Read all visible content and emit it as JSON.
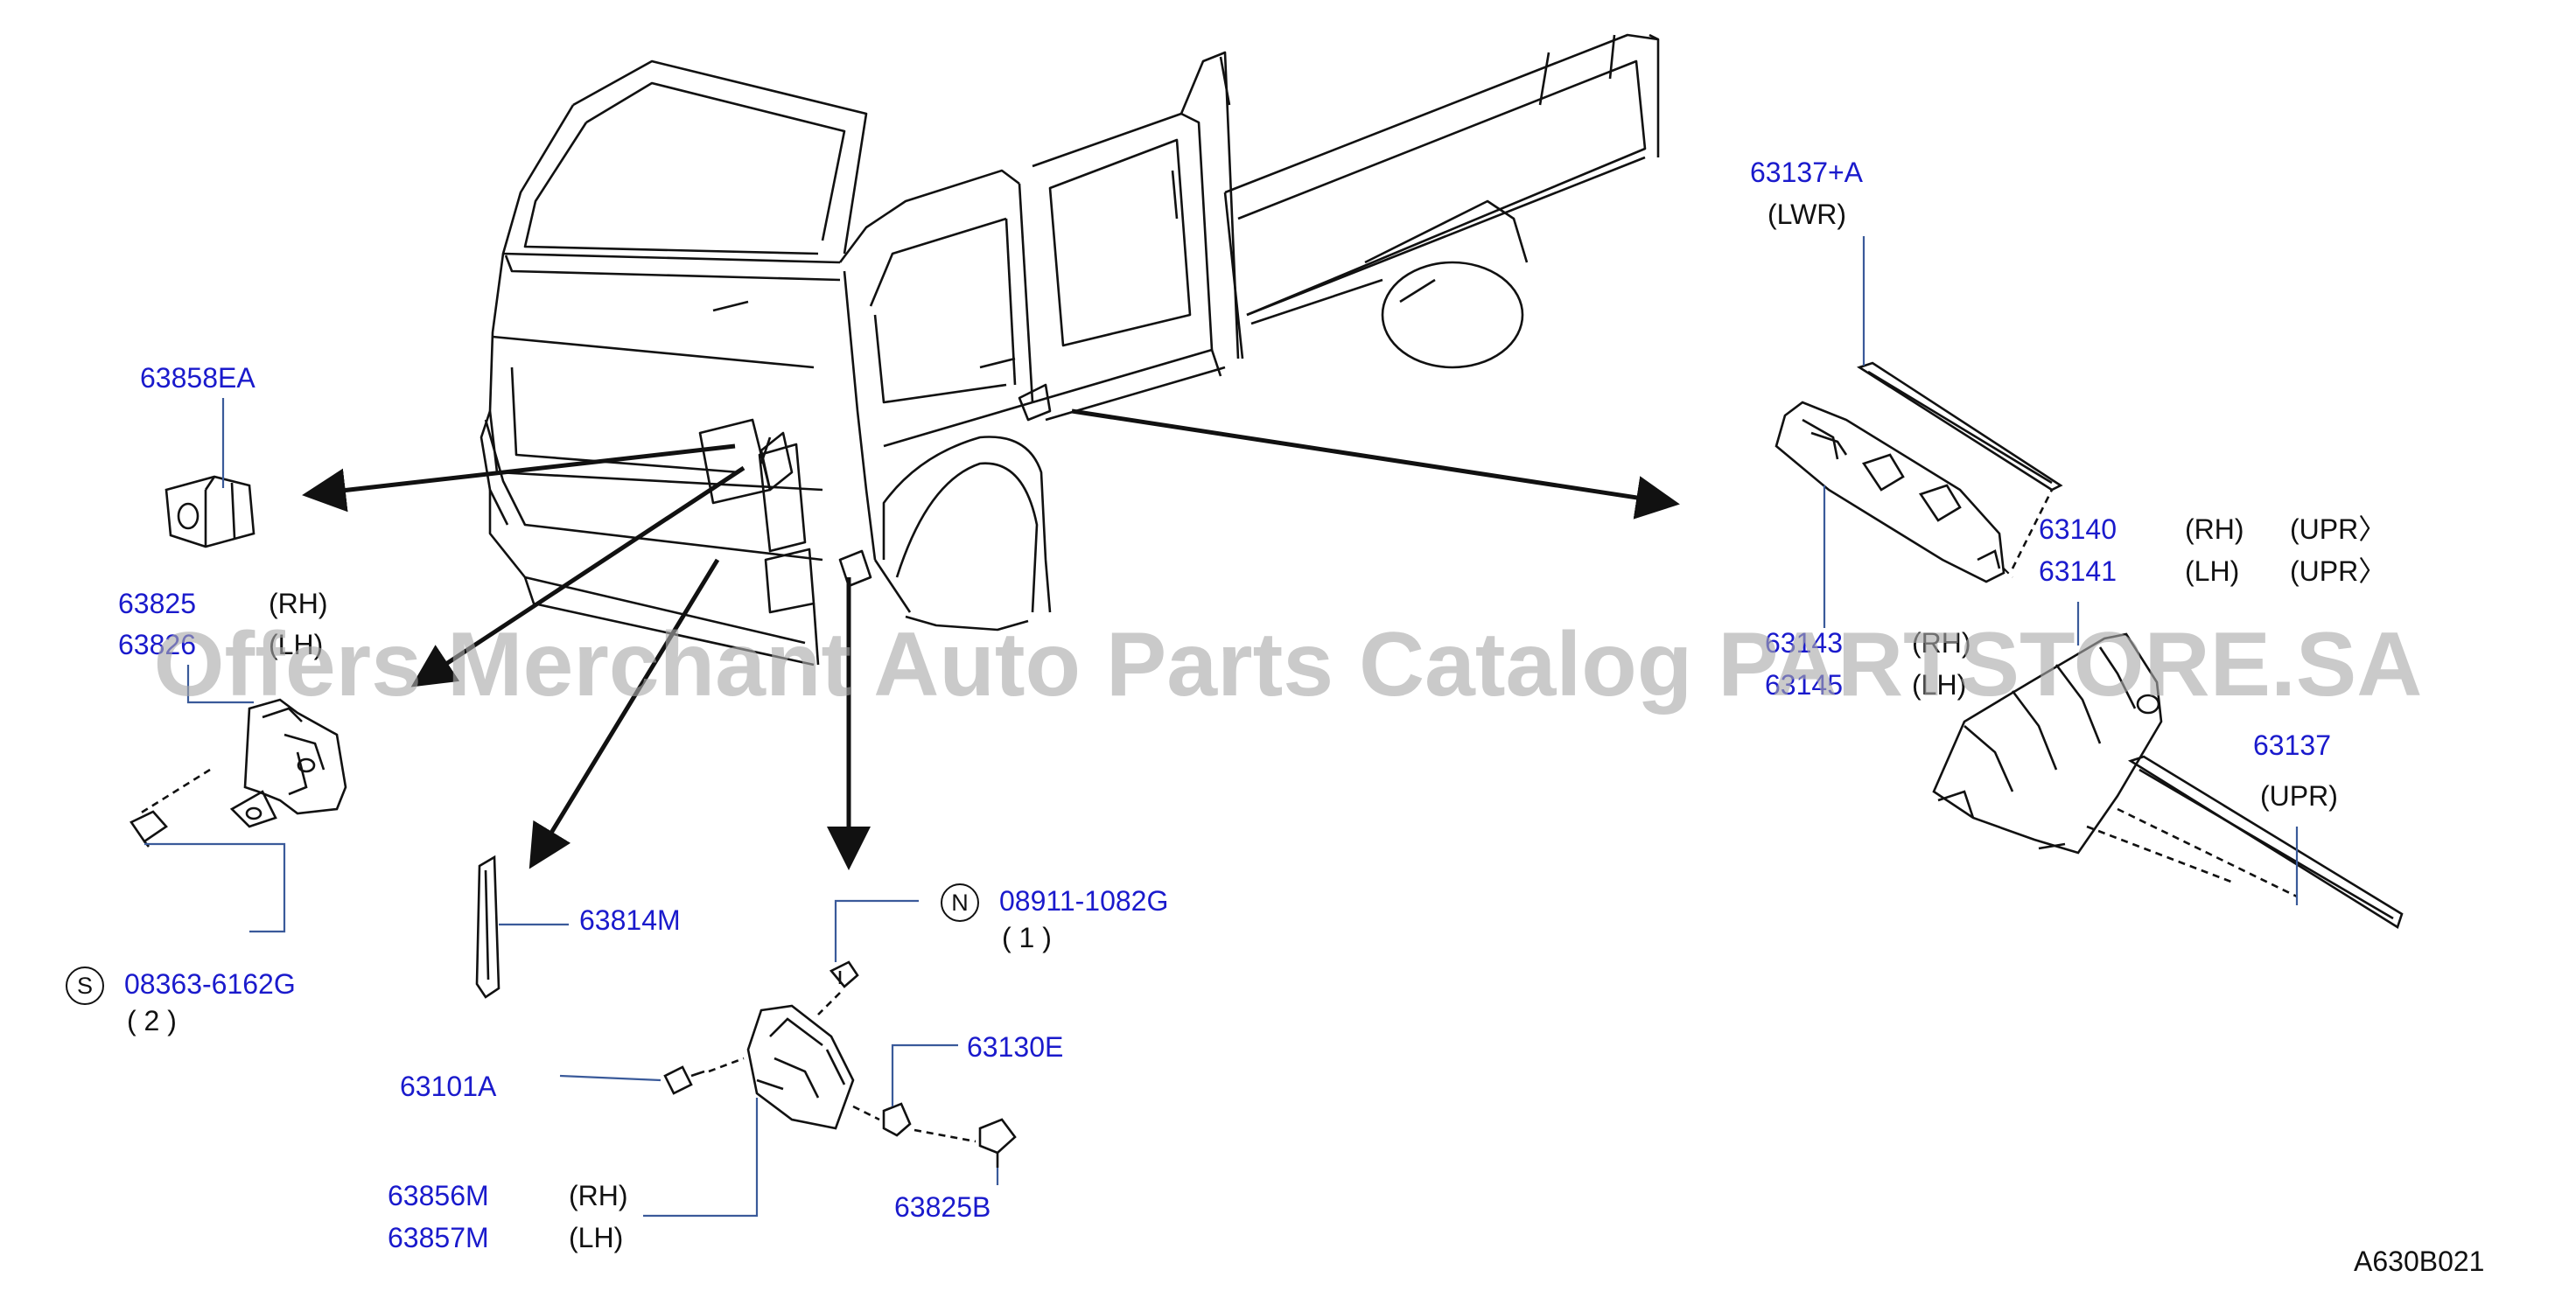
{
  "watermark": "Offers Merchant Auto Parts Catalog PARTSTORE.SA",
  "diagram_code": "A630B021",
  "part_numbers": {
    "p63858EA": "63858EA",
    "p63825": "63825",
    "p63826": "63826",
    "p63814M": "63814M",
    "p08363": "08363-6162G",
    "p08911": "08911-1082G",
    "p63101A": "63101A",
    "p63130E": "63130E",
    "p63856M": "63856M",
    "p63857M": "63857M",
    "p63825B": "63825B",
    "p63137A": "63137+A",
    "p63140": "63140",
    "p63141": "63141",
    "p63143": "63143",
    "p63145": "63145",
    "p63137": "63137"
  },
  "qualifiers": {
    "rh": "(RH)",
    "lh": "(LH)",
    "lwr": "(LWR)",
    "upr_paren": "(UPR〉",
    "upr": "(UPR)",
    "qty_2": "( 2 )",
    "qty_1": "( 1 )"
  },
  "symbols": {
    "s": "S",
    "n": "N"
  },
  "colors": {
    "part_label": "#1a1acc",
    "line": "#3a5a9a",
    "drawing": "#111111",
    "watermark": "#aaaaaa"
  }
}
